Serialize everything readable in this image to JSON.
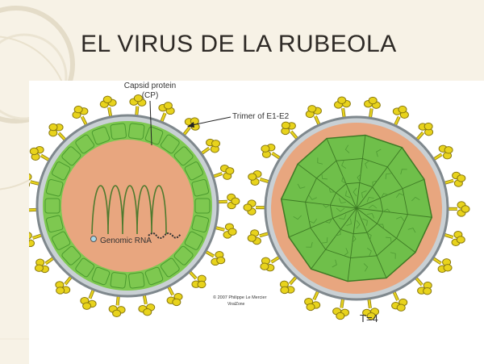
{
  "slide": {
    "title": "EL VIRUS DE LA RUBEOLA"
  },
  "diagram": {
    "labels": {
      "capsid_protein_line1": "Capsid protein",
      "capsid_protein_line2": "(CP)",
      "trimer": "Trimer of E1-E2",
      "genomic_rna": "Genomic RNA",
      "copyright_line1": "© 2007 Philippe Le Mercier",
      "copyright_line2": "ViralZone",
      "triangulation": "T=4"
    },
    "colors": {
      "background": "#f7f2e6",
      "panel": "#ffffff",
      "virion_interior": "#e8a67f",
      "capsid_green": "#7ec850",
      "capsid_green_dark": "#4a9a2e",
      "membrane_gray": "#9aa3a8",
      "spike_yellow": "#e8d31c",
      "spike_outline": "#8a7a10",
      "rna_line": "#4d7a2e"
    }
  }
}
